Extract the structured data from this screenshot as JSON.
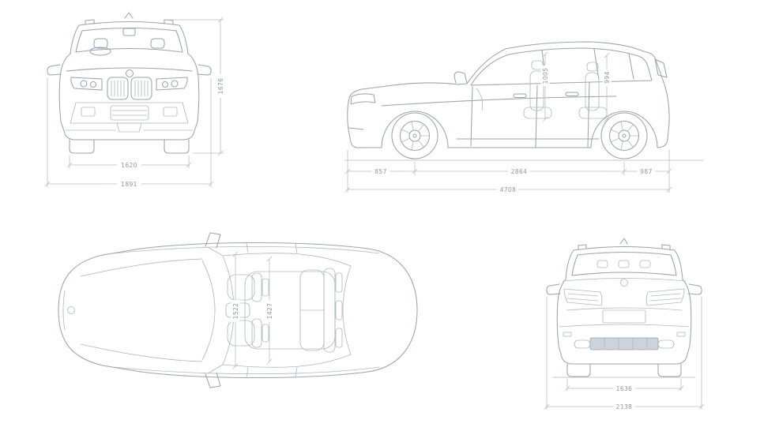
{
  "vehicle_dimensions": {
    "front_view": {
      "track_width_mm": "1620",
      "overall_width_mm": "1891",
      "height_mm": "1676"
    },
    "side_view": {
      "front_overhang_mm": "857",
      "wheelbase_mm": "2864",
      "rear_overhang_mm": "987",
      "overall_length_mm": "4708",
      "front_headroom_mm": "1005",
      "rear_headroom_mm": "994"
    },
    "top_view": {
      "front_interior_width_mm": "1522",
      "rear_interior_width_mm": "1427"
    },
    "rear_view": {
      "rear_track_width_mm": "1636",
      "width_incl_mirrors_mm": "2138"
    }
  },
  "colors": {
    "line": "#9aa3af",
    "dimension_line": "#b9c0c8",
    "dimension_text": "#8e97a1",
    "background": "#ffffff"
  }
}
